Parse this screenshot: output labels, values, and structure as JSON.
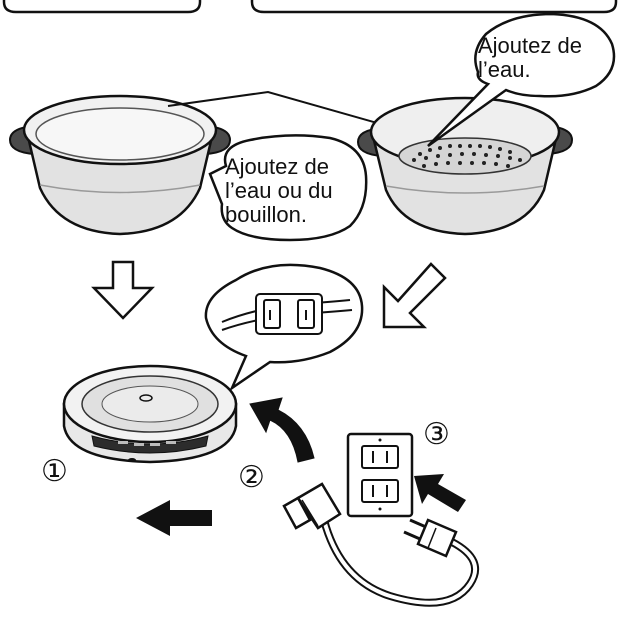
{
  "callouts": {
    "steamer_water": "Ajoutez de\nl’eau.",
    "pot_liquid": "Ajoutez de\nl’eau ou du\nbouillon."
  },
  "steps": {
    "step1": "①",
    "step2": "②",
    "step3": "③"
  },
  "colors": {
    "line": "#111111",
    "pot_fill": "#e6e6e6",
    "pot_shade": "#bdbdbd",
    "handle": "#4a4a4a",
    "base_panel": "#2c2c2c",
    "arrow_fill": "#111111",
    "outline_arrow_fill": "#ffffff"
  },
  "icons": [
    "down-outline-arrow-icon",
    "down-left-outline-arrow-icon",
    "curved-up-arrow-icon",
    "left-arrow-icon",
    "right-arrow-icon"
  ]
}
